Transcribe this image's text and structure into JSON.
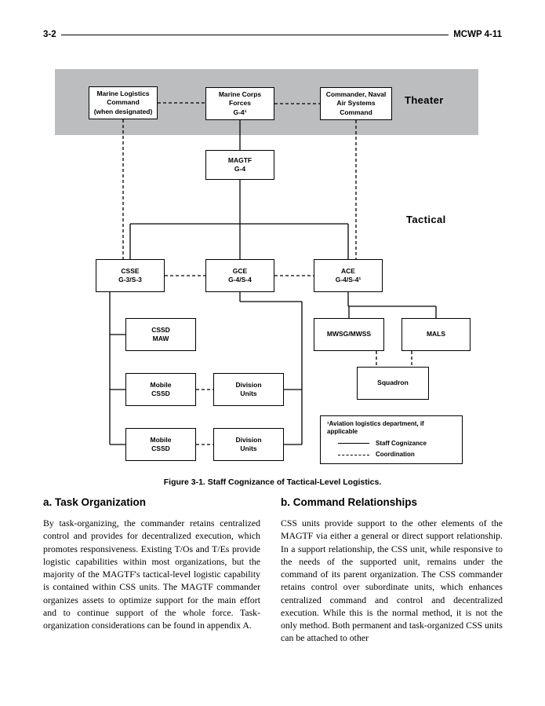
{
  "header": {
    "page_number": "3-2",
    "doc_code": "MCWP 4-11"
  },
  "diagram": {
    "region_labels": {
      "theater": "Theater",
      "tactical": "Tactical"
    },
    "boxes": {
      "mlc": "Marine Logistics\nCommand\n(when designated)",
      "mcf": "Marine Corps\nForces\nG-4¹",
      "cnasc": "Commander, Naval\nAir Systems\nCommand",
      "magtf": "MAGTF\nG-4",
      "csse": "CSSE\nG-3/S-3",
      "gce": "GCE\nG-4/S-4",
      "ace": "ACE\nG-4/S-4¹",
      "cssd_maw": "CSSD\nMAW",
      "mwsg": "MWSG/MWSS",
      "mals": "MALS",
      "mobile_cssd_1": "Mobile\nCSSD",
      "div_units_1": "Division\nUnits",
      "squadron": "Squadron",
      "mobile_cssd_2": "Mobile\nCSSD",
      "div_units_2": "Division\nUnits"
    },
    "legend": {
      "note": "¹Aviation logistics department, if applicable",
      "solid_label": "Staff Cognizance",
      "dashed_label": "Coordination"
    }
  },
  "figure": {
    "caption": "Figure 3-1. Staff Cognizance of Tactical-Level Logistics."
  },
  "sections": [
    {
      "heading": "a.  Task Organization",
      "body": "By task-organizing, the commander retains centralized control and provides for decentralized execution, which promotes responsiveness. Existing T/Os and T/Es provide logistic capabilities within most organizations, but the majority of the MAGTF's tactical-level logistic capability is contained within CSS units. The MAGTF commander organizes assets to optimize support for the main effort and to continue support of the whole force. Task-organization considerations can be found in appendix A."
    },
    {
      "heading": "b.  Command Relationships",
      "body": "CSS units provide support to the other elements of the MAGTF via either a general or direct support relationship. In a support relationship, the CSS unit, while responsive to the needs of the supported unit, remains under the command of its parent organization. The CSS commander retains control over subordinate units, which enhances centralized command and control and decentralized execution. While this is the normal method, it is not the only method. Both permanent and task-organized CSS units can be attached to other"
    }
  ]
}
